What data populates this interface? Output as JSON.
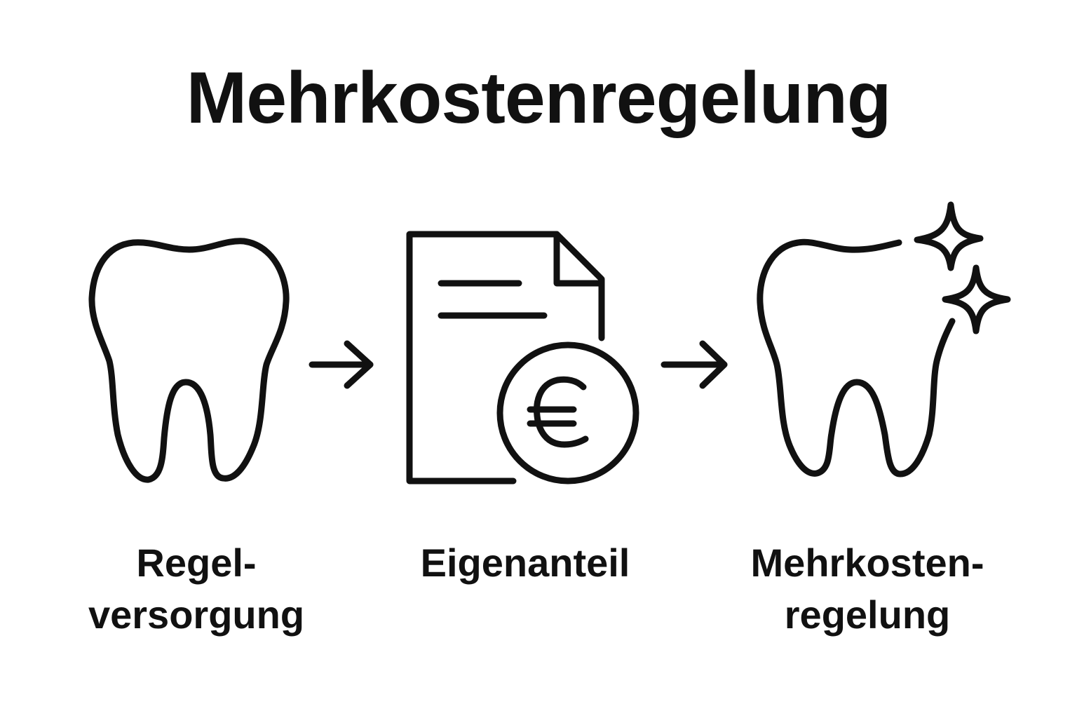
{
  "title": "Mehrkostenregelung",
  "steps": [
    {
      "icon": "tooth-icon",
      "lines": [
        "Regel-",
        "versorgung"
      ]
    },
    {
      "icon": "document-euro-icon",
      "lines": [
        "Eigenanteil"
      ]
    },
    {
      "icon": "sparkling-tooth-icon",
      "lines": [
        "Mehrkosten-",
        "regelung"
      ]
    }
  ],
  "connectors": [
    "arrow-right-icon",
    "arrow-right-icon"
  ],
  "colors": {
    "ink": "#111111",
    "background": "#ffffff"
  }
}
